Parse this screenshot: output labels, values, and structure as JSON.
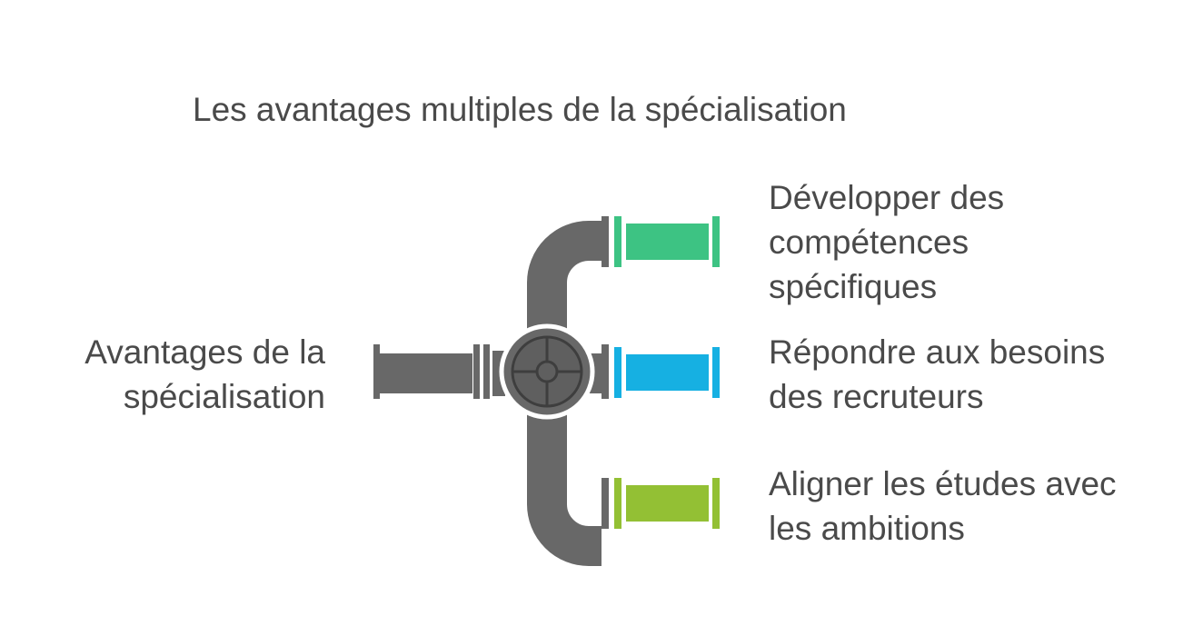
{
  "title": "Les avantages multiples de la spécialisation",
  "source": {
    "lines": [
      "Avantages de la",
      "spécialisation"
    ]
  },
  "branches": [
    {
      "lines": [
        "Développer des",
        "compétences",
        "spécifiques"
      ],
      "color": "#3dc383"
    },
    {
      "lines": [
        "Répondre aux besoins",
        "des recruteurs"
      ],
      "color": "#16b0e2"
    },
    {
      "lines": [
        "Aligner les études avec",
        "les ambitions"
      ],
      "color": "#93c034"
    }
  ],
  "colors": {
    "pipe": "#686868",
    "text": "#4a4a4a",
    "valve_ring": "#ffffff",
    "valve_face": "#5f5f5f"
  },
  "icons": {
    "valve": "valve-wheel-icon"
  }
}
